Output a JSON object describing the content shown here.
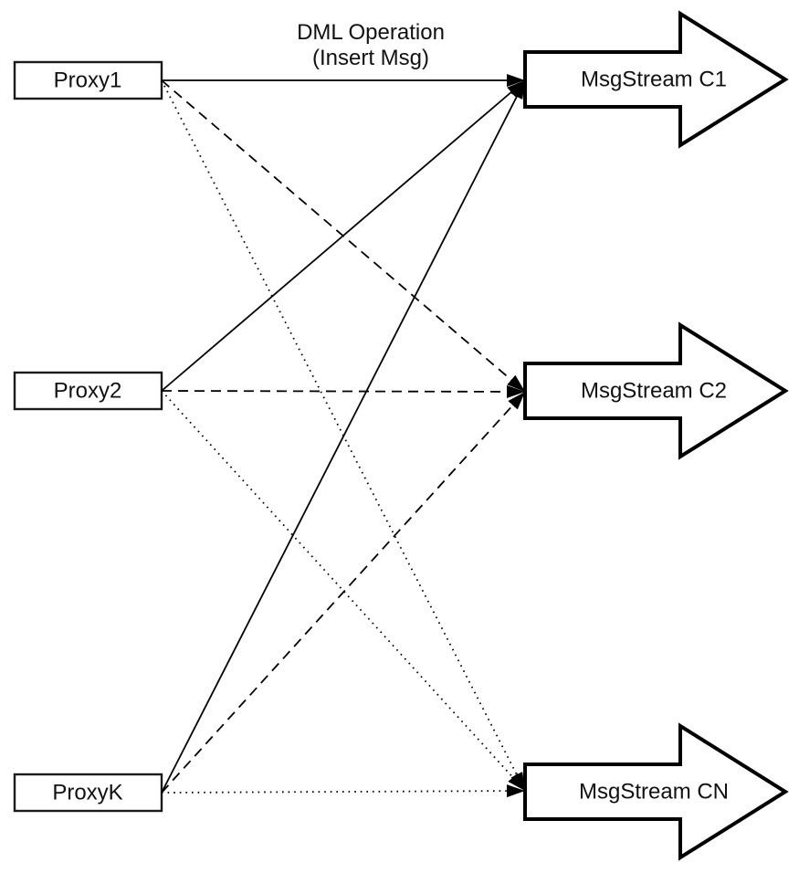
{
  "annotation": {
    "line1": "DML Operation",
    "line2": "(Insert Msg)"
  },
  "proxies": [
    {
      "id": "proxy1",
      "label": "Proxy1"
    },
    {
      "id": "proxy2",
      "label": "Proxy2"
    },
    {
      "id": "proxyk",
      "label": "ProxyK"
    }
  ],
  "streams": [
    {
      "id": "c1",
      "label": "MsgStream C1"
    },
    {
      "id": "c2",
      "label": "MsgStream C2"
    },
    {
      "id": "cn",
      "label": "MsgStream CN"
    }
  ],
  "edges": [
    {
      "from": "proxy1",
      "to": "c1",
      "style": "solid"
    },
    {
      "from": "proxy1",
      "to": "c2",
      "style": "dashed"
    },
    {
      "from": "proxy1",
      "to": "cn",
      "style": "dotted"
    },
    {
      "from": "proxy2",
      "to": "c1",
      "style": "solid"
    },
    {
      "from": "proxy2",
      "to": "c2",
      "style": "dashed"
    },
    {
      "from": "proxy2",
      "to": "cn",
      "style": "dotted"
    },
    {
      "from": "proxyk",
      "to": "c1",
      "style": "solid"
    },
    {
      "from": "proxyk",
      "to": "c2",
      "style": "dashed"
    },
    {
      "from": "proxyk",
      "to": "cn",
      "style": "dotted"
    }
  ],
  "colors": {
    "line": "#000000",
    "node_fill": "#ffffff",
    "node_border": "#000000",
    "text": "#000000",
    "background": "#ffffff"
  }
}
